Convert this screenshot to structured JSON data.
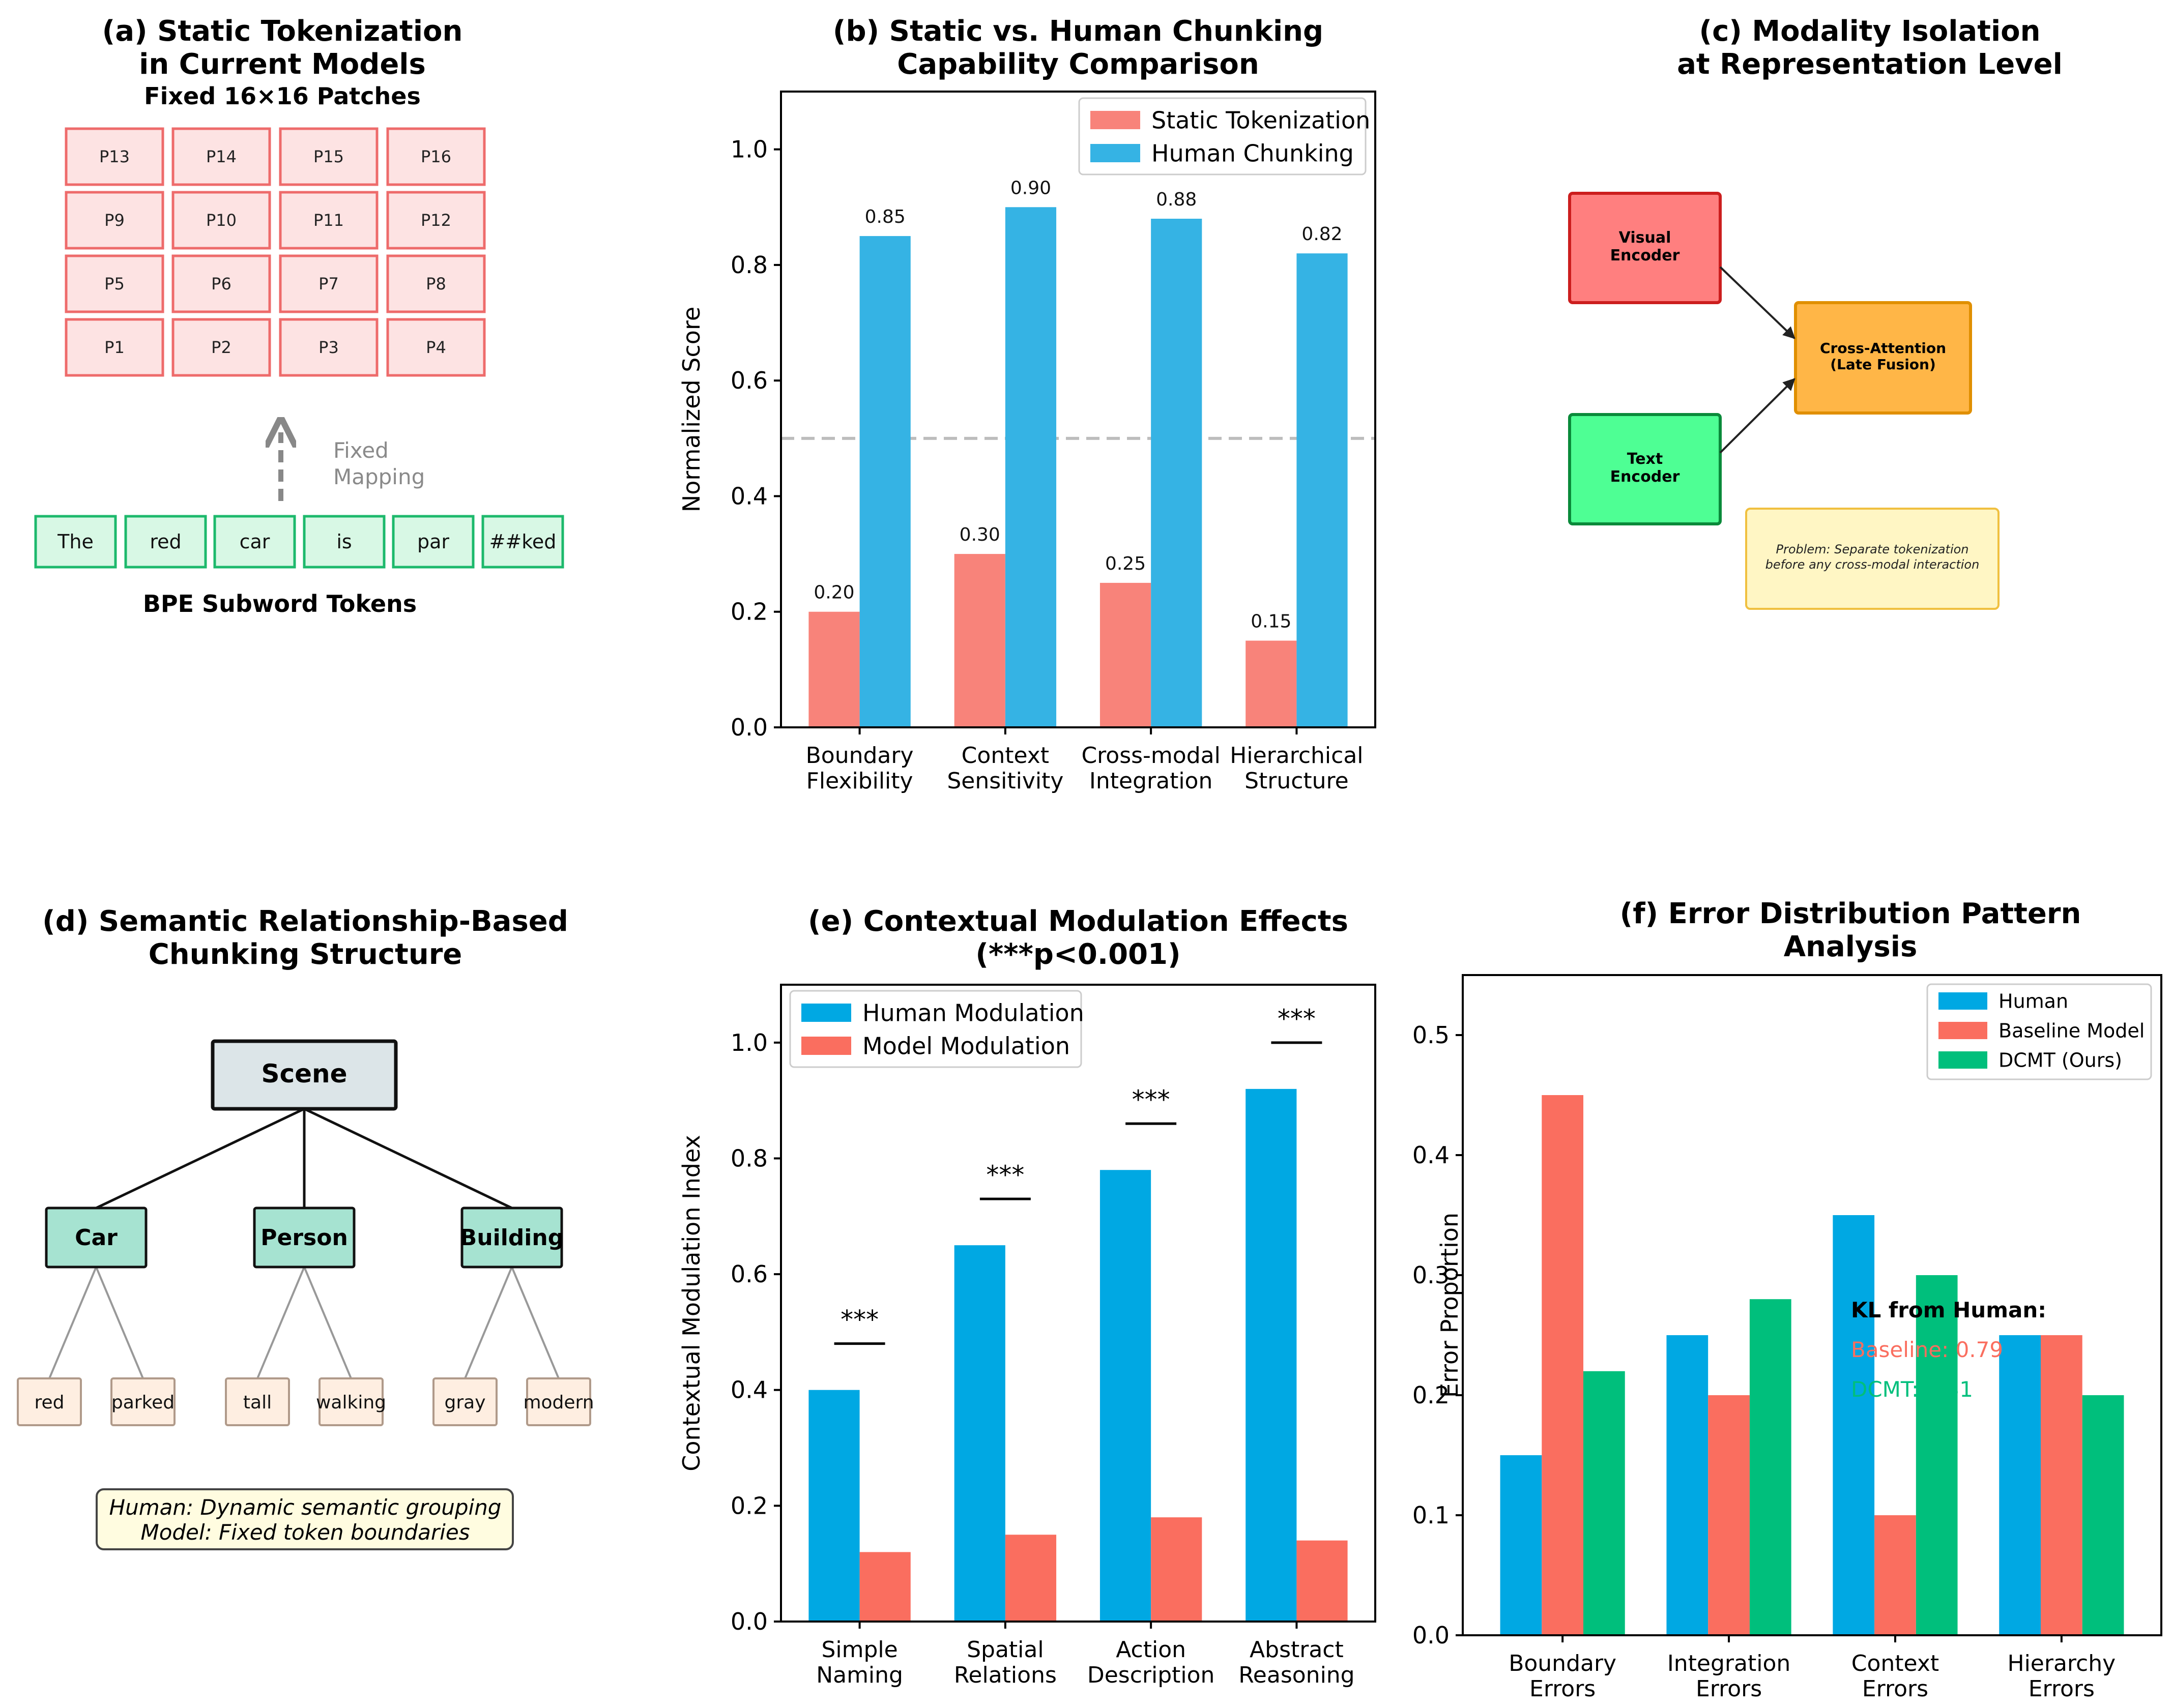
{
  "colors": {
    "static_red": "#F8837A",
    "human_blue": "#35B3E4",
    "model_red": "#FA6E5F",
    "blue_e": "#00A8E3",
    "dcmt_green": "#00BF7C",
    "patch_fill": "#FDE3E3",
    "patch_stroke": "#EE6B6B",
    "token_fill": "#D8F8E5",
    "token_stroke": "#1DB96C",
    "visual_fill": "#FF7F7F",
    "visual_stroke": "#CC1E1E",
    "text_fill": "#4EFF94",
    "text_stroke": "#0A8A3A",
    "fusion_fill": "#FFB647",
    "fusion_stroke": "#E08F00",
    "note_fill": "#FFF6C4",
    "note_stroke": "#F0C040",
    "scene_fill": "#DCE5E8",
    "chunk_fill": "#A6E3D1",
    "leaf_fill": "#FEEEE1",
    "leaf_stroke": "#B09A8A"
  },
  "panel_a": {
    "title": [
      "(a) Static Tokenization",
      "in Current Models"
    ],
    "grid_label": "Fixed 16×16 Patches",
    "patch_rows": [
      [
        "P13",
        "P14",
        "P15",
        "P16"
      ],
      [
        "P9",
        "P10",
        "P11",
        "P12"
      ],
      [
        "P5",
        "P6",
        "P7",
        "P8"
      ],
      [
        "P1",
        "P2",
        "P3",
        "P4"
      ]
    ],
    "arrow_label": [
      "Fixed",
      "Mapping"
    ],
    "tokens": [
      "The",
      "red",
      "car",
      "is",
      "par",
      "##ked"
    ],
    "tokens_label": "BPE Subword Tokens"
  },
  "panel_c": {
    "title": [
      "(c) Modality Isolation",
      "at Representation Level"
    ],
    "visual_encoder": [
      "Visual",
      "Encoder"
    ],
    "text_encoder": [
      "Text",
      "Encoder"
    ],
    "fusion": [
      "Cross-Attention",
      "(Late Fusion)"
    ],
    "problem": [
      "Problem: Separate tokenization",
      "before any cross-modal interaction"
    ]
  },
  "panel_d": {
    "title": [
      "(d) Semantic Relationship-Based",
      "Chunking Structure"
    ],
    "root": "Scene",
    "chunks": [
      {
        "label": "Car",
        "leaves": [
          "red",
          "parked"
        ]
      },
      {
        "label": "Person",
        "leaves": [
          "tall",
          "walking"
        ]
      },
      {
        "label": "Building",
        "leaves": [
          "gray",
          "modern"
        ]
      }
    ],
    "note": [
      "Human: Dynamic semantic grouping",
      "Model: Fixed token boundaries"
    ]
  },
  "chart_data": [
    {
      "id": "b",
      "type": "bar",
      "title": [
        "(b) Static vs. Human Chunking",
        "Capability Comparison"
      ],
      "ylabel": "Normalized Score",
      "xlabel": "",
      "categories": [
        [
          "Boundary",
          "Flexibility"
        ],
        [
          "Context",
          "Sensitivity"
        ],
        [
          "Cross-modal",
          "Integration"
        ],
        [
          "Hierarchical",
          "Structure"
        ]
      ],
      "series": [
        {
          "name": "Static Tokenization",
          "values": [
            0.2,
            0.3,
            0.25,
            0.15
          ],
          "color": "#F8837A"
        },
        {
          "name": "Human Chunking",
          "values": [
            0.85,
            0.9,
            0.88,
            0.82
          ],
          "color": "#35B3E4"
        }
      ],
      "data_labels": true,
      "reference_line": 0.5,
      "ylim": [
        0,
        1.1
      ],
      "yticks": [
        "0.0",
        "0.2",
        "0.4",
        "0.6",
        "0.8",
        "1.0"
      ],
      "legend": "top-right",
      "grid": false
    },
    {
      "id": "e",
      "type": "bar",
      "title": [
        "(e) Contextual Modulation Effects",
        "(***p<0.001)"
      ],
      "ylabel": "Contextual Modulation Index",
      "xlabel": "",
      "categories": [
        [
          "Simple",
          "Naming"
        ],
        [
          "Spatial",
          "Relations"
        ],
        [
          "Action",
          "Description"
        ],
        [
          "Abstract",
          "Reasoning"
        ]
      ],
      "series": [
        {
          "name": "Human Modulation",
          "values": [
            0.4,
            0.65,
            0.78,
            0.92
          ],
          "color": "#00A8E3"
        },
        {
          "name": "Model Modulation",
          "values": [
            0.12,
            0.15,
            0.18,
            0.14
          ],
          "color": "#FA6E5F"
        }
      ],
      "significance": [
        "***",
        "***",
        "***",
        "***"
      ],
      "ylim": [
        0,
        1.1
      ],
      "yticks": [
        "0.0",
        "0.2",
        "0.4",
        "0.6",
        "0.8",
        "1.0"
      ],
      "legend": "top-left",
      "grid": false
    },
    {
      "id": "f",
      "type": "bar",
      "title": [
        "(f) Error Distribution Pattern",
        "Analysis"
      ],
      "ylabel": "Error Proportion",
      "xlabel": "",
      "categories": [
        [
          "Boundary",
          "Errors"
        ],
        [
          "Integration",
          "Errors"
        ],
        [
          "Context",
          "Errors"
        ],
        [
          "Hierarchy",
          "Errors"
        ]
      ],
      "series": [
        {
          "name": "Human",
          "values": [
            0.15,
            0.25,
            0.35,
            0.25
          ],
          "color": "#00A8E3"
        },
        {
          "name": "Baseline Model",
          "values": [
            0.45,
            0.2,
            0.1,
            0.25
          ],
          "color": "#FA6E5F"
        },
        {
          "name": "DCMT (Ours)",
          "values": [
            0.22,
            0.28,
            0.3,
            0.2
          ],
          "color": "#00BF7C"
        }
      ],
      "annotation": {
        "heading": "KL from Human:",
        "baseline": "Baseline: 0.79",
        "dcmt": "DCMT: 0.31"
      },
      "ylim": [
        0,
        0.55
      ],
      "yticks": [
        "0.0",
        "0.1",
        "0.2",
        "0.3",
        "0.4",
        "0.5"
      ],
      "legend": "top-right",
      "grid": false
    }
  ]
}
